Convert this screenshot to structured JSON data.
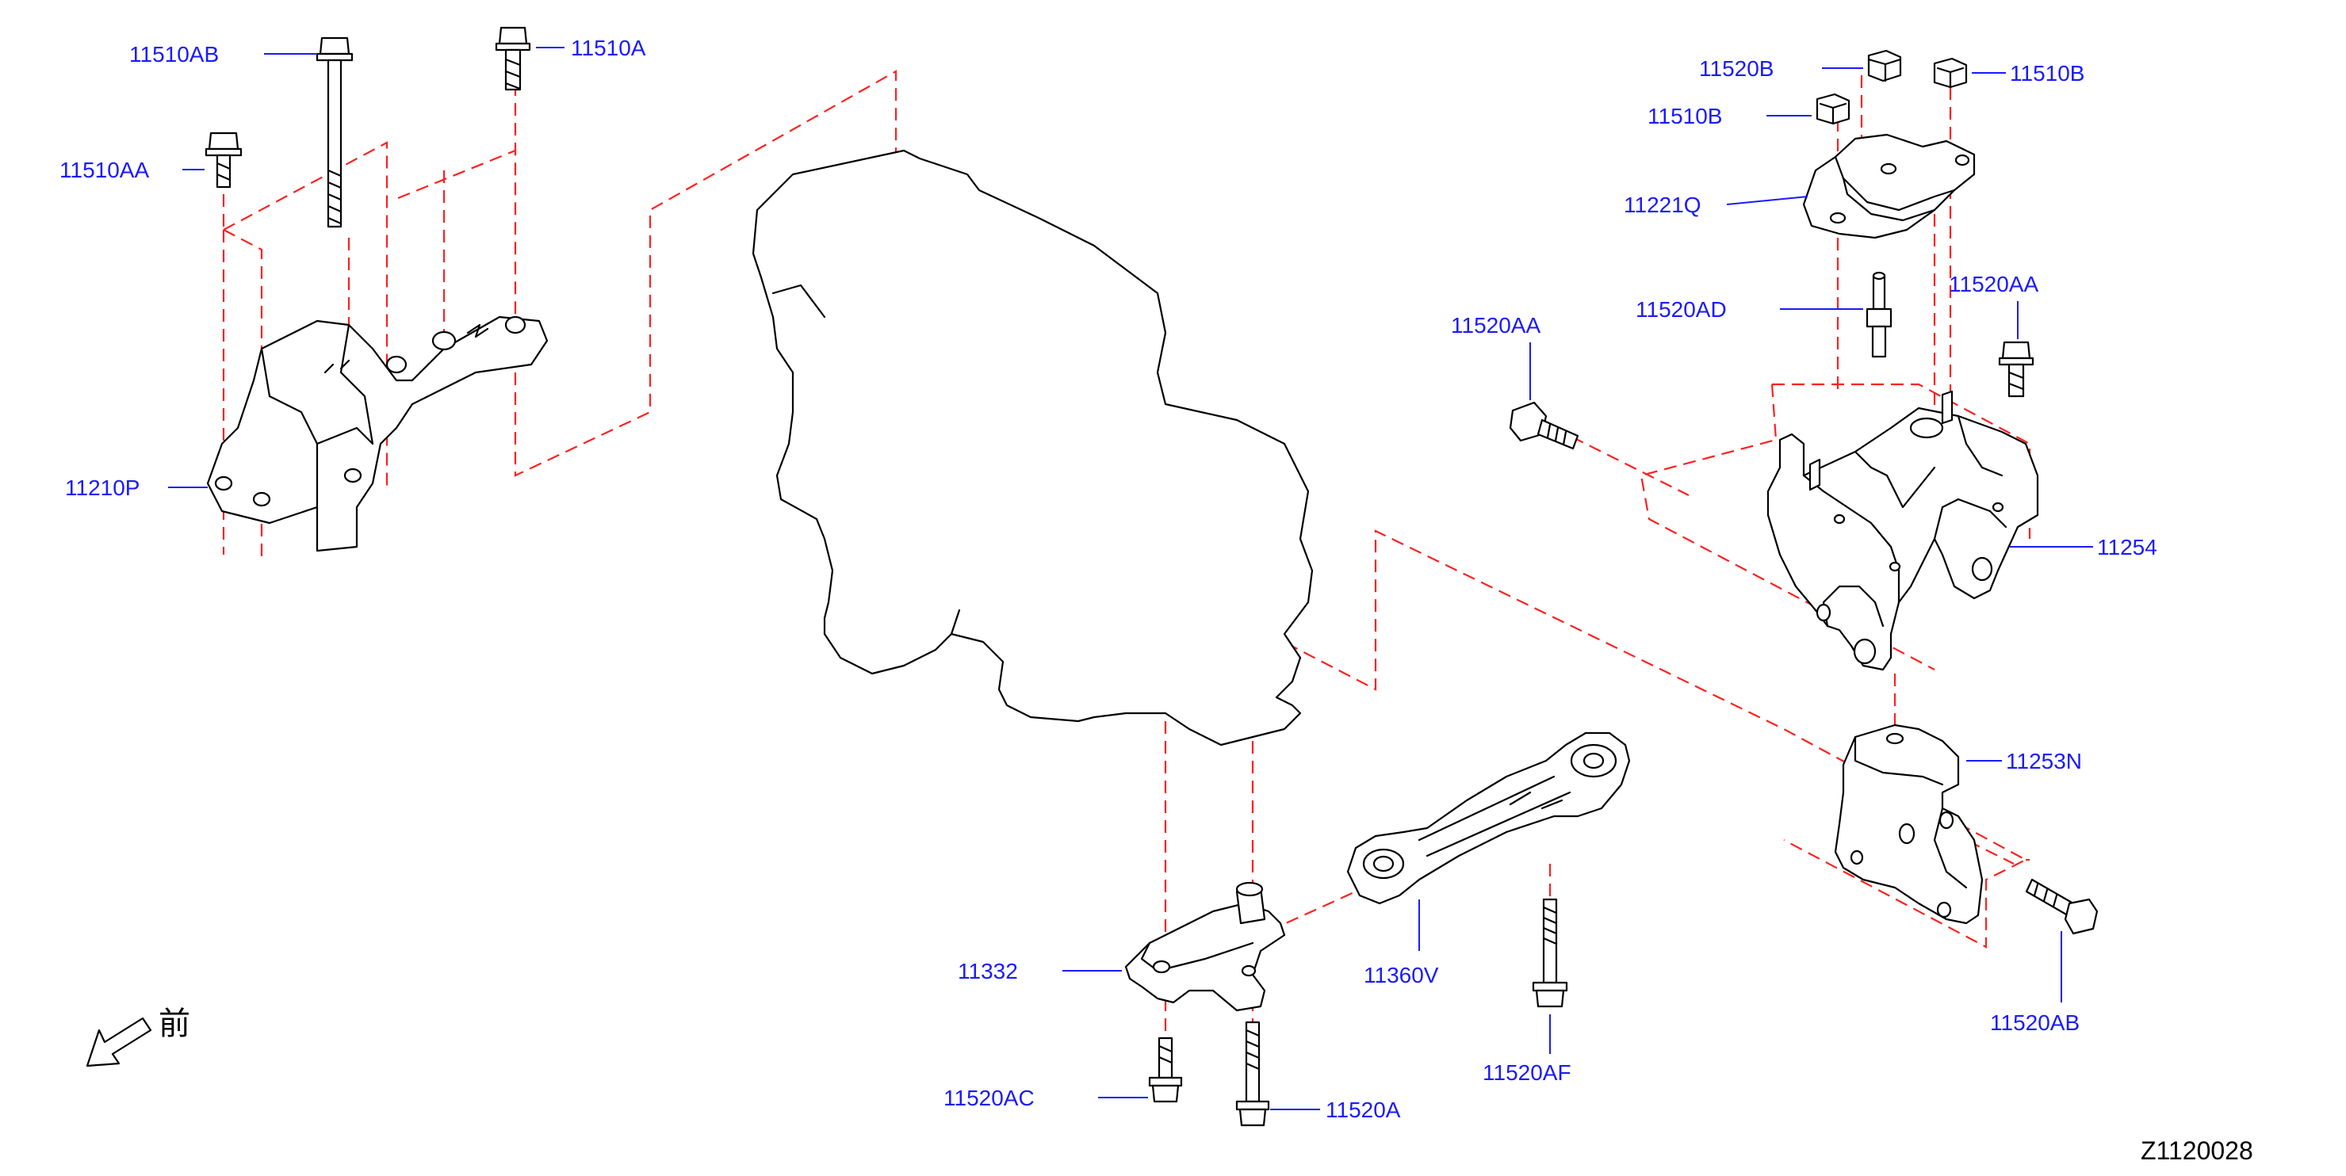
{
  "diagram_code": "Z1120028",
  "front_marker": "前",
  "parts": [
    {
      "key": "p11510AB",
      "label": "11510AB"
    },
    {
      "key": "p11510A",
      "label": "11510A"
    },
    {
      "key": "p11510AA",
      "label": "11510AA"
    },
    {
      "key": "p11210P",
      "label": "11210P"
    },
    {
      "key": "p11520B",
      "label": "11520B"
    },
    {
      "key": "p11510B_r",
      "label": "11510B"
    },
    {
      "key": "p11510B_l",
      "label": "11510B"
    },
    {
      "key": "p11221Q",
      "label": "11221Q"
    },
    {
      "key": "p11520AD",
      "label": "11520AD"
    },
    {
      "key": "p11520AA_r",
      "label": "11520AA"
    },
    {
      "key": "p11520AA_l",
      "label": "11520AA"
    },
    {
      "key": "p11254",
      "label": "11254"
    },
    {
      "key": "p11253N",
      "label": "11253N"
    },
    {
      "key": "p11520AB",
      "label": "11520AB"
    },
    {
      "key": "p11332",
      "label": "11332"
    },
    {
      "key": "p11360V",
      "label": "11360V"
    },
    {
      "key": "p11520AF",
      "label": "11520AF"
    },
    {
      "key": "p11520AC",
      "label": "11520AC"
    },
    {
      "key": "p11520A",
      "label": "11520A"
    }
  ]
}
